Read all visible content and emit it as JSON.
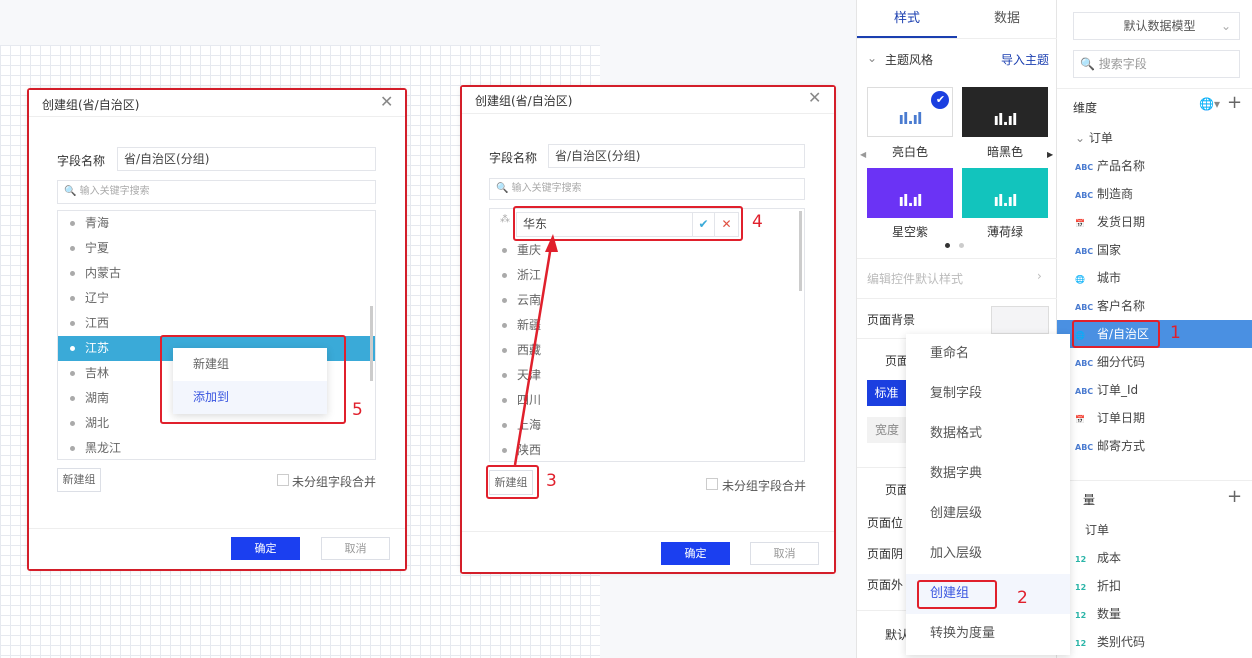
{
  "dialog_left": {
    "title": "创建组(省/自治区)",
    "field_label": "字段名称",
    "field_value": "省/自治区(分组)",
    "search_placeholder": "输入关键字搜索",
    "items": [
      "青海",
      "宁夏",
      "内蒙古",
      "辽宁",
      "江西",
      "江苏",
      "吉林",
      "湖南",
      "湖北",
      "黑龙江"
    ],
    "selected": "江苏",
    "context_menu": [
      "新建组",
      "添加到"
    ],
    "new_group": "新建组",
    "merge_label": "未分组字段合并",
    "ok": "确定",
    "cancel": "取消",
    "step": "5"
  },
  "dialog_right": {
    "title": "创建组(省/自治区)",
    "field_label": "字段名称",
    "field_value": "省/自治区(分组)",
    "search_placeholder": "输入关键字搜索",
    "group_input": "华东",
    "items": [
      "重庆",
      "浙江",
      "云南",
      "新疆",
      "西藏",
      "天津",
      "四川",
      "上海",
      "陕西"
    ],
    "new_group": "新建组",
    "merge_label": "未分组字段合并",
    "ok": "确定",
    "cancel": "取消",
    "step_group": "4",
    "step_button": "3"
  },
  "style_panel": {
    "tabs": [
      "样式",
      "数据"
    ],
    "active_tab": "样式",
    "theme_section": "主题风格",
    "import_theme": "导入主题",
    "themes": [
      {
        "name": "亮白色",
        "bg": "#ffffff",
        "fg": "#4a7bd0",
        "selected": true
      },
      {
        "name": "暗黑色",
        "bg": "#262626",
        "fg": "#ffffff"
      },
      {
        "name": "星空紫",
        "bg": "#6b33f5",
        "fg": "#ffffff"
      },
      {
        "name": "薄荷绿",
        "bg": "#12c4bd",
        "fg": "#ffffff"
      }
    ],
    "edit_default": "编辑控件默认样式",
    "page_bg": "页面背景",
    "section2": "页面",
    "standard": "标准",
    "width": "宽度",
    "section3": "页面",
    "page_pos": "页面位",
    "page_shadow": "页面阴",
    "page_outer": "页面外",
    "section4": "默认"
  },
  "data_panel": {
    "model": "默认数据模型",
    "search_placeholder": "搜索字段",
    "dimension": "维度",
    "table": "订单",
    "dims": [
      {
        "icon": "ABC",
        "label": "产品名称"
      },
      {
        "icon": "date",
        "label": "制造商"
      }
    ],
    "dim_items": [
      [
        "ABC",
        "产品名称"
      ],
      [
        "ABC",
        "制造商"
      ],
      [
        "date",
        "发货日期"
      ],
      [
        "ABC",
        "国家"
      ],
      [
        "geo",
        "城市"
      ],
      [
        "ABC",
        "客户名称"
      ],
      [
        "geo",
        "省/自治区"
      ],
      [
        "C",
        "细分代码"
      ],
      [
        "C",
        "订单_Id"
      ],
      [
        "date",
        "订单日期"
      ],
      [
        "C",
        "邮寄方式"
      ]
    ],
    "measure": "量",
    "measure_table": "订单",
    "measures": [
      "成本",
      "折扣",
      "数量",
      "类别代码"
    ],
    "step": "1"
  },
  "field_menu": {
    "items": [
      "重命名",
      "复制字段",
      "数据格式",
      "数据字典",
      "创建层级",
      "加入层级",
      "创建组",
      "转换为度量"
    ],
    "active": "创建组",
    "step": "2"
  }
}
